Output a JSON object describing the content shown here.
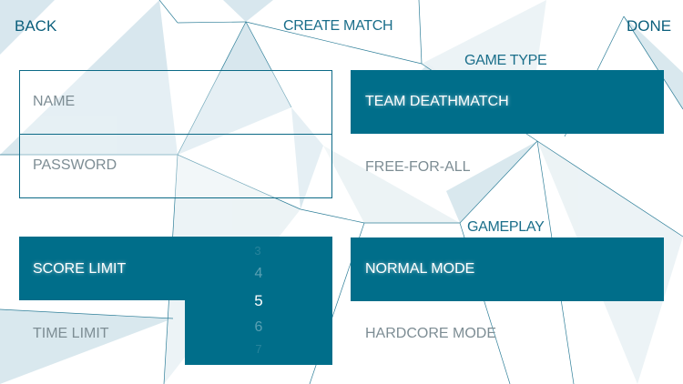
{
  "header": {
    "back": "BACK",
    "title": "CREATE MATCH",
    "done": "DONE"
  },
  "account": {
    "name_placeholder": "NAME",
    "password_placeholder": "PASSWORD"
  },
  "game_type": {
    "label": "GAME TYPE",
    "options": [
      "TEAM DEATHMATCH",
      "FREE-FOR-ALL"
    ],
    "selected": "TEAM DEATHMATCH"
  },
  "gameplay": {
    "label": "GAMEPLAY",
    "options": [
      "NORMAL MODE",
      "HARDCORE MODE"
    ],
    "selected": "NORMAL MODE"
  },
  "limits": {
    "score_limit": "SCORE LIMIT",
    "time_limit": "TIME LIMIT",
    "picker_values": [
      "3",
      "4",
      "5",
      "6",
      "7"
    ],
    "picker_selected": "5"
  },
  "colors": {
    "accent": "#006e8a",
    "background": "#ffffff"
  }
}
